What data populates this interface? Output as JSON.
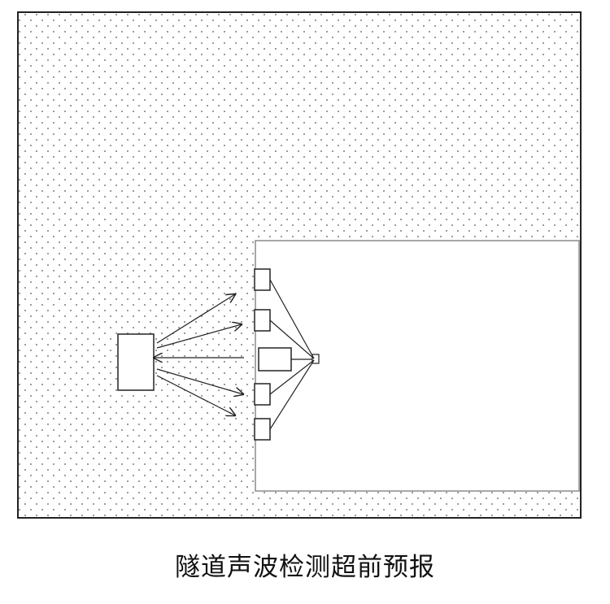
{
  "caption": "隧道声波检测超前预报",
  "colors": {
    "frame": "#222222",
    "rock_dots": "#555555",
    "tunnel_edge": "#8a8a8a",
    "devices": "#222222",
    "background": "#ffffff"
  },
  "elements": {
    "receivers_count": 4,
    "source_count": 1,
    "target_count": 1,
    "emitted_rays": 4,
    "reflected_rays": 1
  }
}
